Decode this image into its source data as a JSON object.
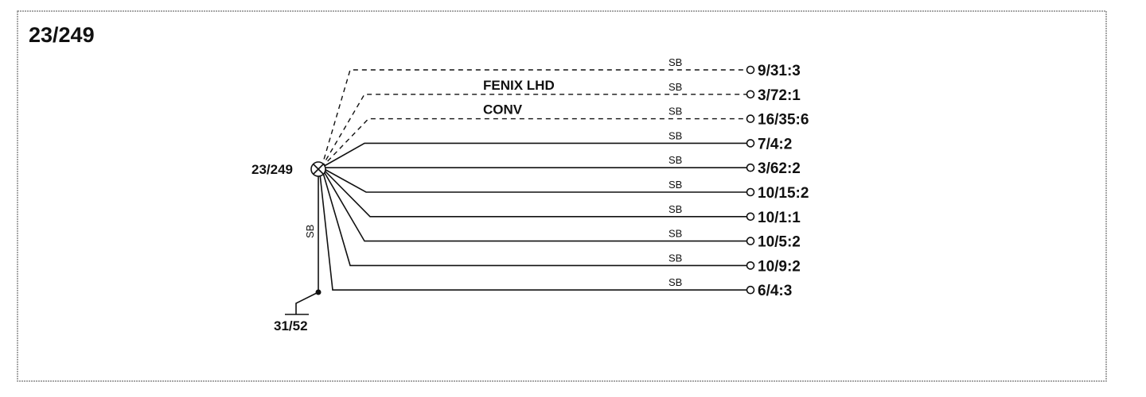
{
  "title": "23/249",
  "splice_label": "23/249",
  "ground_label": "31/52",
  "trunk_wire_label": "SB",
  "notes": [
    "FENIX LHD",
    "CONV"
  ],
  "branches": [
    {
      "color": "SB",
      "dest": "9/31:3",
      "style": "dashed"
    },
    {
      "color": "SB",
      "dest": "3/72:1",
      "style": "dashed",
      "note": "FENIX LHD"
    },
    {
      "color": "SB",
      "dest": "16/35:6",
      "style": "dashed",
      "note": "CONV"
    },
    {
      "color": "SB",
      "dest": "7/4:2",
      "style": "solid"
    },
    {
      "color": "SB",
      "dest": "3/62:2",
      "style": "solid"
    },
    {
      "color": "SB",
      "dest": "10/15:2",
      "style": "solid"
    },
    {
      "color": "SB",
      "dest": "10/1:1",
      "style": "solid"
    },
    {
      "color": "SB",
      "dest": "10/5:2",
      "style": "solid"
    },
    {
      "color": "SB",
      "dest": "10/9:2",
      "style": "solid"
    },
    {
      "color": "SB",
      "dest": "6/4:3",
      "style": "solid"
    }
  ]
}
